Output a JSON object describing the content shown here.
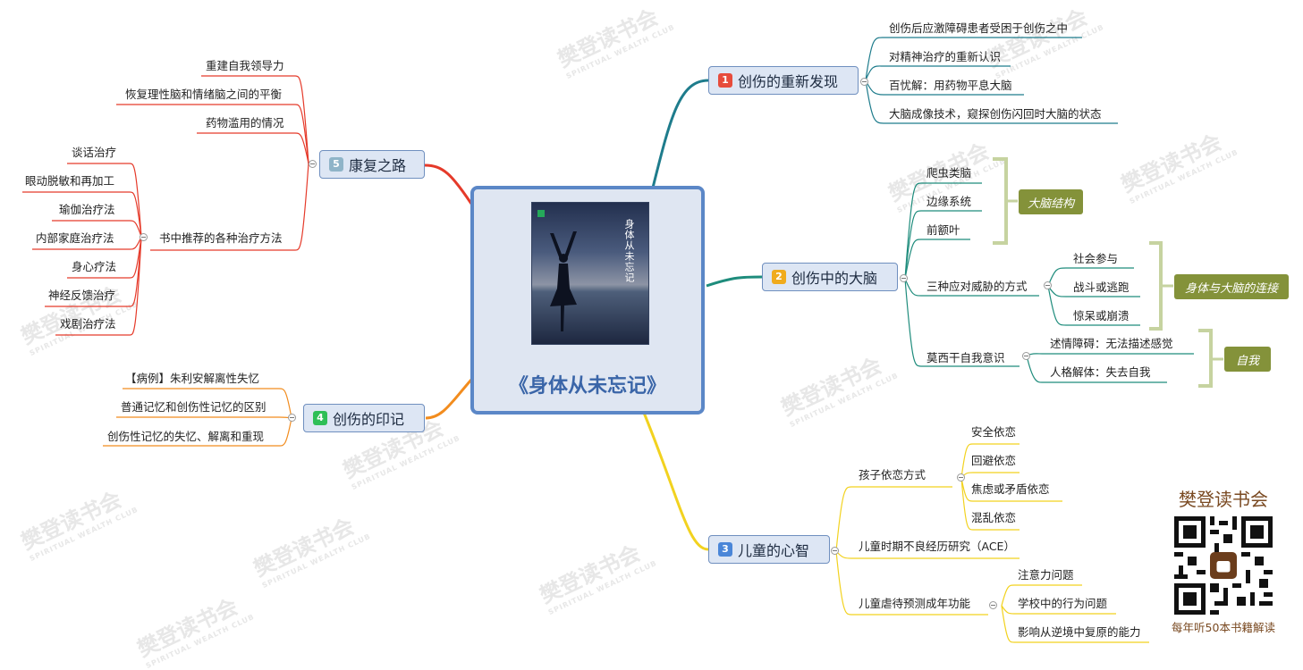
{
  "central": {
    "title": "《身体从未忘记》"
  },
  "cover": {
    "title": "身体从未忘记"
  },
  "branches": {
    "b1": {
      "num": "1",
      "label": "创伤的重新发现",
      "color": "#e74c3c",
      "items": [
        "创伤后应激障碍患者受困于创伤之中",
        "对精神治疗的重新认识",
        "百忧解：用药物平息大脑",
        "大脑成像技术，窥探创伤闪回时大脑的状态"
      ]
    },
    "b2": {
      "num": "2",
      "label": "创伤中的大脑",
      "color": "#f0ab1c",
      "brain": [
        "爬虫类脑",
        "边缘系统",
        "前额叶"
      ],
      "threat": {
        "label": "三种应对威胁的方式",
        "items": [
          "社会参与",
          "战斗或逃跑",
          "惊呆或崩溃"
        ]
      },
      "self": {
        "label": "莫西干自我意识",
        "items": [
          "述情障碍：无法描述感觉",
          "人格解体：失去自我"
        ]
      },
      "tags": [
        "大脑结构",
        "身体与大脑的连接",
        "自我"
      ]
    },
    "b3": {
      "num": "3",
      "label": "儿童的心智",
      "color": "#4a86d8",
      "attach": {
        "label": "孩子依恋方式",
        "items": [
          "安全依恋",
          "回避依恋",
          "焦虑或矛盾依恋",
          "混乱依恋"
        ]
      },
      "ace": "儿童时期不良经历研究（ACE）",
      "abuse": {
        "label": "儿童虐待预测成年功能",
        "items": [
          "注意力问题",
          "学校中的行为问题",
          "影响从逆境中复原的能力"
        ]
      }
    },
    "b4": {
      "num": "4",
      "label": "创伤的印记",
      "color": "#2fbf57",
      "items": [
        "【病例】朱利安解离性失忆",
        "普通记忆和创伤性记忆的区别",
        "创伤性记忆的失忆、解离和重现"
      ]
    },
    "b5": {
      "num": "5",
      "label": "康复之路",
      "color": "#8fb4c8",
      "items": [
        "重建自我领导力",
        "恢复理性脑和情绪脑之间的平衡",
        "药物滥用的情况"
      ],
      "therapy": {
        "label": "书中推荐的各种治疗方法",
        "items": [
          "谈话治疗",
          "眼动脱敏和再加工",
          "瑜伽治疗法",
          "内部家庭治疗法",
          "身心疗法",
          "神经反馈治疗",
          "戏剧治疗法"
        ]
      }
    }
  },
  "watermark": {
    "text": "樊登读书会",
    "sub": "SPIRITUAL WEALTH CLUB"
  },
  "brand": {
    "name": "樊登读书会",
    "tagline": "每年听50本书籍解读"
  }
}
